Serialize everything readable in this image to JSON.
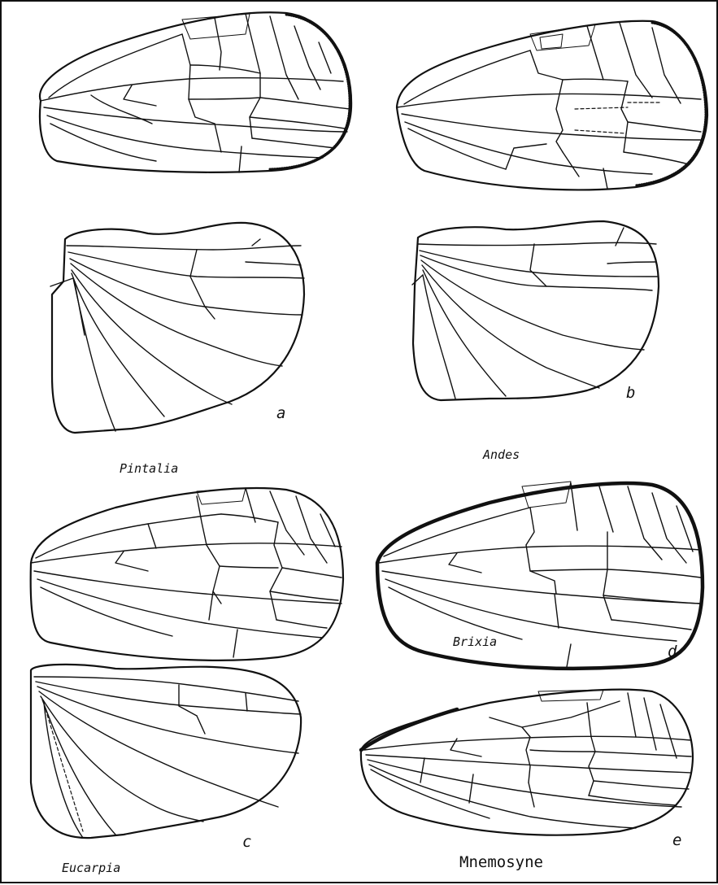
{
  "genera": {
    "pintalia": "Pintalia",
    "andes": "Andes",
    "brixia": "Brixia",
    "eucarpia": "Eucarpia",
    "mnemosyne": "Mnemosyne"
  },
  "panels": {
    "a": "a",
    "b": "b",
    "c": "c",
    "d": "d",
    "e": "e"
  },
  "colors": {
    "ink": "#111111",
    "stigma": "#b9b9b9",
    "paper": "#ffffff"
  }
}
